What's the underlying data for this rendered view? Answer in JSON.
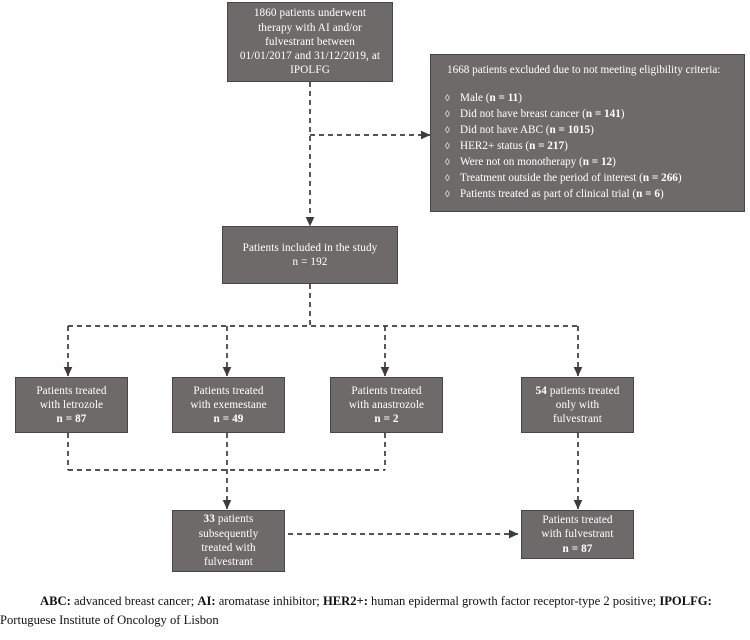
{
  "colors": {
    "box_fill": "#6e6a6a",
    "box_border": "#4a4546",
    "box_text": "#ffffff",
    "line": "#3f3a3b",
    "page_background": "#ffffff",
    "caption_text": "#111111"
  },
  "nodes": {
    "source_cohort": {
      "lines": [
        "1860 patients underwent",
        "therapy with AI and/or",
        "fulvestrant between",
        "01/01/2017 and 31/12/2019, at",
        "IPOLFG"
      ]
    },
    "excluded": {
      "title": "1668 patients excluded due to not meeting eligibility criteria:",
      "bullet_glyph": "◊",
      "items": [
        {
          "text": "Male (",
          "n_label": "n = 11",
          "tail": ")"
        },
        {
          "text": "Did not have breast cancer (",
          "n_label": "n = 141",
          "tail": ")"
        },
        {
          "text": "Did not have ABC (",
          "n_label": "n = 1015",
          "tail": ")"
        },
        {
          "text": "HER2+ status (",
          "n_label": "n = 217",
          "tail": ")"
        },
        {
          "text": "Were not on monotherapy (",
          "n_label": "n = 12",
          "tail": ")"
        },
        {
          "text": "Treatment outside the period of interest (",
          "n_label": "n = 266",
          "tail": ")"
        },
        {
          "text": "Patients treated as part of clinical trial (",
          "n_label": "n = 6",
          "tail": ")"
        }
      ]
    },
    "included": {
      "line1": "Patients included in the study",
      "line2": "n = 192"
    },
    "letrozole": {
      "line1": "Patients treated",
      "line2": "with letrozole",
      "line3": "n = 87"
    },
    "exemestane": {
      "line1": "Patients treated",
      "line2": "with exemestane",
      "line3": "n = 49"
    },
    "anastrozole": {
      "line1": "Patients treated",
      "line2": "with anastrozole",
      "line3": "n = 2"
    },
    "fulvestrant_only": {
      "line1_bold": "54",
      "line1_rest": " patients treated",
      "line2": "only with",
      "line3": "fulvestrant"
    },
    "subsequent_fulvestrant": {
      "line1_bold": "33",
      "line1_rest": " patients",
      "line2": "subsequently",
      "line3": "treated with",
      "line4": "fulvestrant"
    },
    "fulvestrant_total": {
      "line1": "Patients treated",
      "line2": "with fulvestrant",
      "line3": "n = 87"
    }
  },
  "caption": {
    "abbr1": "ABC:",
    "def1": " advanced breast cancer; ",
    "abbr2": "AI:",
    "def2": " aromatase inhibitor; ",
    "abbr3": "HER2+:",
    "def3": " human epidermal growth factor receptor-type 2 positive; ",
    "abbr4": "IPOLFG:",
    "def4": " Portuguese Institute of Oncology of Lisbon"
  }
}
